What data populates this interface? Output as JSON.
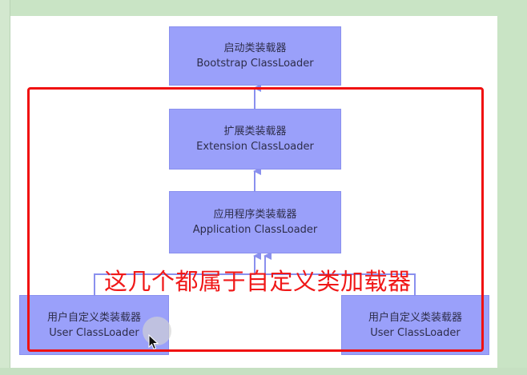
{
  "nodes": {
    "bootstrap": {
      "zh": "启动类装载器",
      "en": "Bootstrap ClassLoader"
    },
    "extension": {
      "zh": "扩展类装载器",
      "en": "Extension ClassLoader"
    },
    "application": {
      "zh": "应用程序类装载器",
      "en": "Application ClassLoader"
    },
    "user_left": {
      "zh": "用户自定义类装载器",
      "en": "User ClassLoader"
    },
    "user_right": {
      "zh": "用户自定义类装载器",
      "en": "User ClassLoader"
    }
  },
  "annotation": "这几个都属于自定义类加载器",
  "colors": {
    "node_fill": "#9aa0fa",
    "arrow": "#8a90ee",
    "highlight": "#f01010",
    "background": "#c9e4c5"
  },
  "icons": {
    "cursor": "mouse-pointer-icon"
  }
}
